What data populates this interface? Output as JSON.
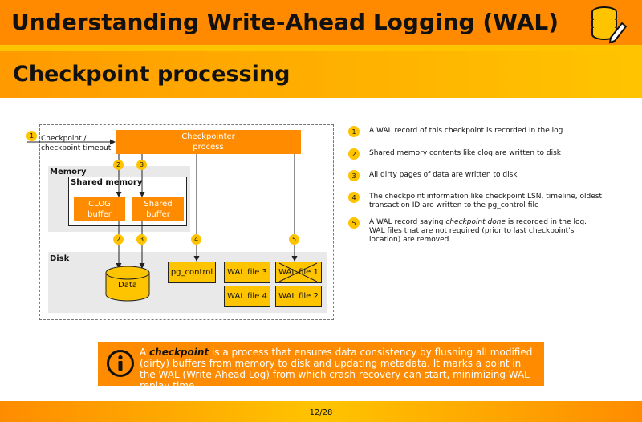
{
  "header": {
    "title": "Understanding Write-Ahead Logging (WAL)",
    "logo_icon": "database-pencil-icon"
  },
  "section": {
    "title": "Checkpoint processing"
  },
  "diagram": {
    "checkpoint_label_line1": "Checkpoint /",
    "checkpoint_label_line2": "checkpoint timeout",
    "checkpointer_line1": "Checkpointer",
    "checkpointer_line2": "process",
    "memory_label": "Memory",
    "shared_memory_label": "Shared memory",
    "clog_line1": "CLOG",
    "clog_line2": "buffer",
    "shared_line1": "Shared",
    "shared_line2": "buffer",
    "disk_label": "Disk",
    "data_label": "Data",
    "pg_control_label": "pg_control",
    "wal_files": [
      "WAL file 3",
      "WAL file 1",
      "WAL file 4",
      "WAL file 2"
    ],
    "markers": [
      "1",
      "2",
      "3",
      "2",
      "3",
      "4",
      "5"
    ]
  },
  "steps": [
    {
      "num": "1",
      "text": "A WAL record of this checkpoint is recorded in the log"
    },
    {
      "num": "2",
      "text": "Shared memory contents like clog are written to disk"
    },
    {
      "num": "3",
      "text": "All dirty pages of data are written to disk"
    },
    {
      "num": "4",
      "text": "The checkpoint information like checkpoint LSN, timeline, oldest transaction ID are written to the pg_control file"
    },
    {
      "num": "5",
      "text_before": "A WAL record saying ",
      "text_em": "checkpoint done",
      "text_after": " is recorded in the log. WAL files that are not required (prior to last checkpoint's location) are removed"
    }
  ],
  "info": {
    "icon": "info-icon",
    "prefix": "A ",
    "term": "checkpoint",
    "body": " is a process that ensures data consistency by flushing all modified (dirty) buffers from memory to disk and updating metadata. It marks a point in the WAL (Write-Ahead Log) from which crash recovery can start, minimizing WAL replay time."
  },
  "footer": {
    "page": "12/28"
  },
  "colors": {
    "orange": "#ff8c00",
    "yellow": "#ffc400",
    "zone_gray": "#e9e9e9"
  }
}
